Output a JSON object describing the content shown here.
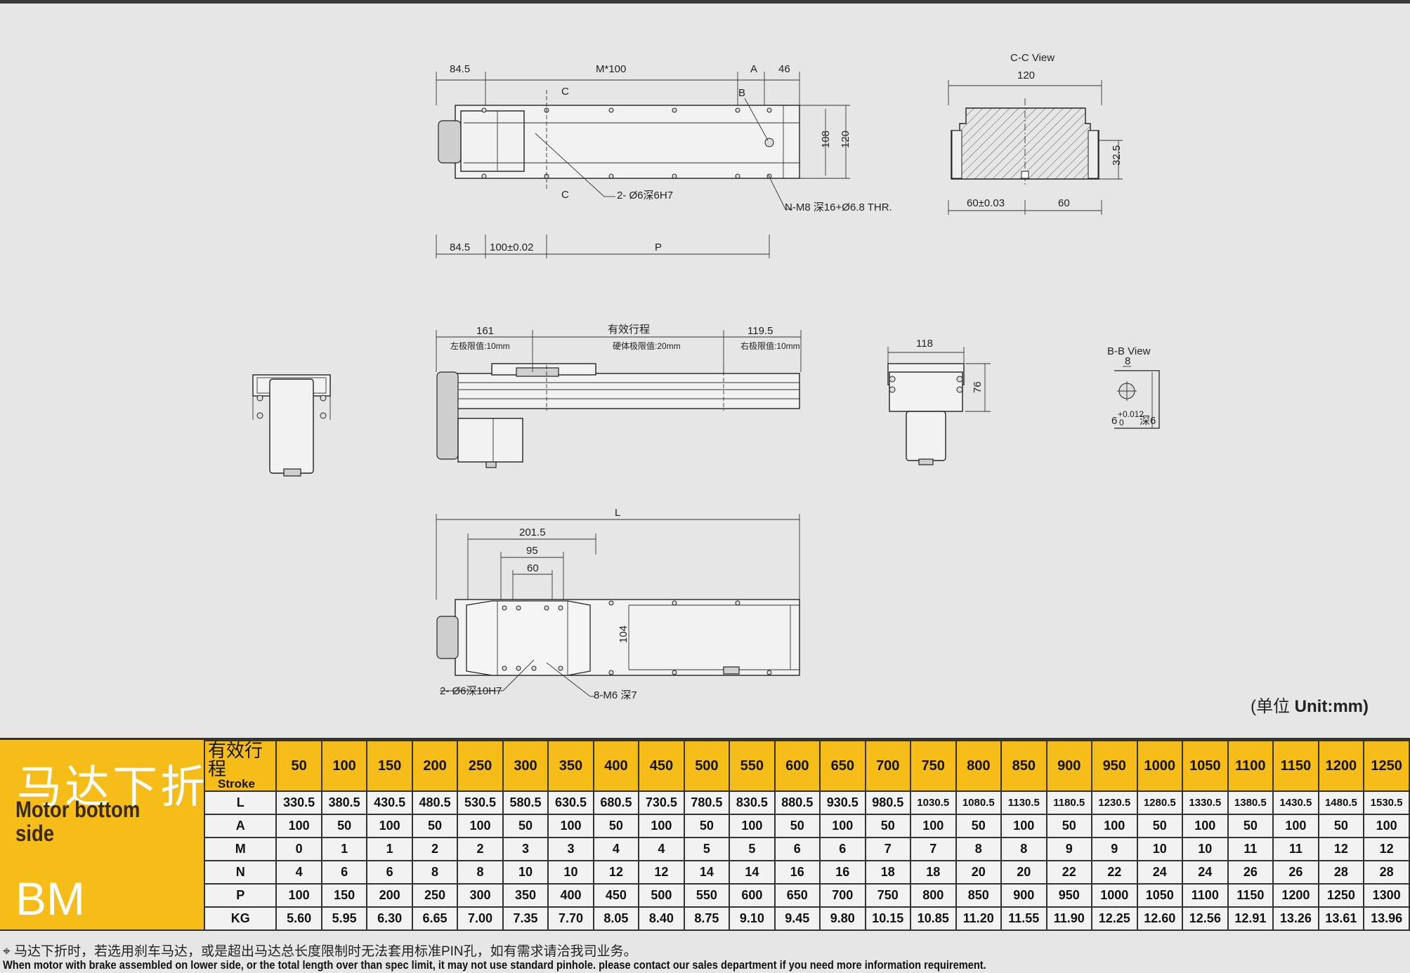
{
  "drawing": {
    "top_view": {
      "dims": [
        "84.5",
        "M*100",
        "A",
        "46",
        "B",
        "C",
        "C",
        "108",
        "120",
        "2- Ø6深6H7",
        "N-M8 深16+Ø6.8 THR.",
        "84.5",
        "100±0.02",
        "P"
      ]
    },
    "section_cc": {
      "title": "C-C View",
      "dims": [
        "120",
        "32.5",
        "60±0.03",
        "60"
      ]
    },
    "side_view": {
      "dims": [
        "161",
        "左极限值:10mm",
        "有效行程",
        "硬体极限值:20mm",
        "119.5",
        "右极限值:10mm"
      ]
    },
    "end_view": {
      "dims": [
        "118",
        "76"
      ]
    },
    "section_bb": {
      "title": "B-B View",
      "dims": [
        "8",
        "6",
        "0",
        "+0.012",
        "深6"
      ]
    },
    "bottom_view": {
      "dims": [
        "L",
        "201.5",
        "95",
        "60",
        "104",
        "2- Ø6深10H7",
        "8-M6 深7"
      ]
    },
    "unit_cn": "(单位",
    "unit_en": "Unit:mm)"
  },
  "spec": {
    "title_cn": "马达下折",
    "title_en": "Motor bottom side",
    "model": "BM",
    "header_cn": "有效行程",
    "header_en": "Stroke",
    "strokes": [
      "50",
      "100",
      "150",
      "200",
      "250",
      "300",
      "350",
      "400",
      "450",
      "500",
      "550",
      "600",
      "650",
      "700",
      "750",
      "800",
      "850",
      "900",
      "950",
      "1000",
      "1050",
      "1100",
      "1150",
      "1200",
      "1250"
    ],
    "rows": [
      {
        "label": "L",
        "values": [
          "330.5",
          "380.5",
          "430.5",
          "480.5",
          "530.5",
          "580.5",
          "630.5",
          "680.5",
          "730.5",
          "780.5",
          "830.5",
          "880.5",
          "930.5",
          "980.5",
          "1030.5",
          "1080.5",
          "1130.5",
          "1180.5",
          "1230.5",
          "1280.5",
          "1330.5",
          "1380.5",
          "1430.5",
          "1480.5",
          "1530.5"
        ]
      },
      {
        "label": "A",
        "values": [
          "100",
          "50",
          "100",
          "50",
          "100",
          "50",
          "100",
          "50",
          "100",
          "50",
          "100",
          "50",
          "100",
          "50",
          "100",
          "50",
          "100",
          "50",
          "100",
          "50",
          "100",
          "50",
          "100",
          "50",
          "100"
        ]
      },
      {
        "label": "M",
        "values": [
          "0",
          "1",
          "1",
          "2",
          "2",
          "3",
          "3",
          "4",
          "4",
          "5",
          "5",
          "6",
          "6",
          "7",
          "7",
          "8",
          "8",
          "9",
          "9",
          "10",
          "10",
          "11",
          "11",
          "12",
          "12"
        ]
      },
      {
        "label": "N",
        "values": [
          "4",
          "6",
          "6",
          "8",
          "8",
          "10",
          "10",
          "12",
          "12",
          "14",
          "14",
          "16",
          "16",
          "18",
          "18",
          "20",
          "20",
          "22",
          "22",
          "24",
          "24",
          "26",
          "26",
          "28",
          "28"
        ]
      },
      {
        "label": "P",
        "values": [
          "100",
          "150",
          "200",
          "250",
          "300",
          "350",
          "400",
          "450",
          "500",
          "550",
          "600",
          "650",
          "700",
          "750",
          "800",
          "850",
          "900",
          "950",
          "1000",
          "1050",
          "1100",
          "1150",
          "1200",
          "1250",
          "1300"
        ]
      },
      {
        "label": "KG",
        "values": [
          "5.60",
          "5.95",
          "6.30",
          "6.65",
          "7.00",
          "7.35",
          "7.70",
          "8.05",
          "8.40",
          "8.75",
          "9.10",
          "9.45",
          "9.80",
          "10.15",
          "10.85",
          "11.20",
          "11.55",
          "11.90",
          "12.25",
          "12.60",
          "12.56",
          "12.91",
          "13.26",
          "13.61",
          "13.96"
        ]
      }
    ]
  },
  "notes": {
    "cn": "⌖ 马达下折时，若选用刹车马达，或是超出马达总长度限制时无法套用标准PIN孔，如有需求请洽我司业务。",
    "en": "When motor with brake assembled on lower side, or the total length over than spec limit, it may not use standard pinhole. please contact our sales department if you need more information requirement."
  }
}
